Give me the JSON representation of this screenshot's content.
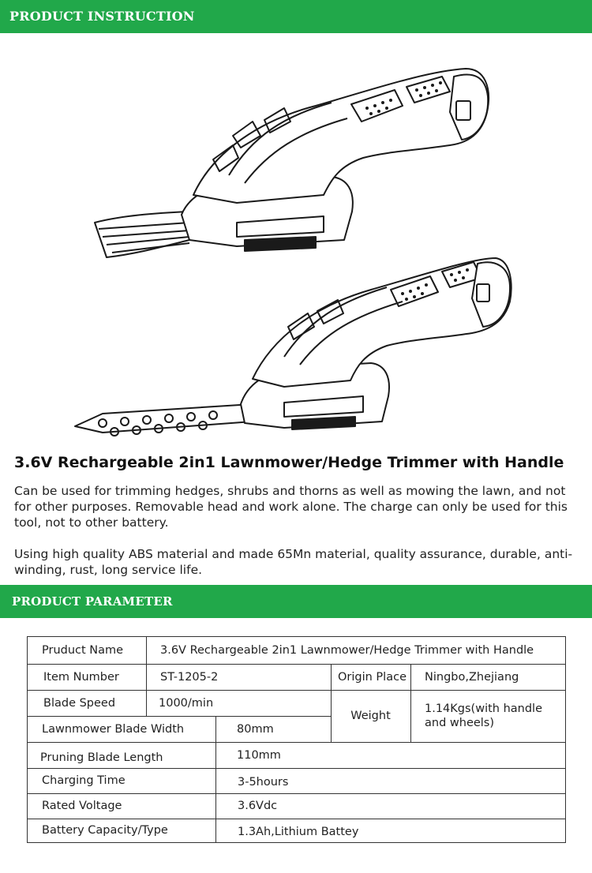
{
  "banners": {
    "instruction": "PRODUCT INSTRUCTION",
    "parameter": "PRODUCT PARAMETER"
  },
  "product": {
    "title": "3.6V Rechargeable 2in1 Lawnmower/Hedge Trimmer with Handle",
    "paragraph_1": "Can be used for trimming hedges, shrubs and thorns as well as mowing the lawn, and not for other purposes. Removable head and work alone. The charge can only be used for this tool, not to other battery.",
    "paragraph_2": "Using high quality ABS material and made 65Mn material, quality assurance, durable, anti-winding, rust, long service life."
  },
  "params": {
    "product_name_label": "Pruduct Name",
    "product_name_value": "3.6V Rechargeable 2in1 Lawnmower/Hedge Trimmer with Handle",
    "item_number_label": "Item Number",
    "item_number_value": "ST-1205-2",
    "origin_label": "Origin Place",
    "origin_value": "Ningbo,Zhejiang",
    "blade_speed_label": "Blade Speed",
    "blade_speed_value": "1000/min",
    "weight_label": "Weight",
    "weight_value": "1.14Kgs(with handle and wheels)",
    "lawn_width_label": "Lawnmower Blade Width",
    "lawn_width_value": "80mm",
    "pruning_length_label": "Pruning Blade Length",
    "pruning_length_value": "110mm",
    "charging_time_label": "Charging Time",
    "charging_time_value": "3-5hours",
    "voltage_label": "Rated Voltage",
    "voltage_value": "3.6Vdc",
    "battery_label": "Battery Capacity/Type",
    "battery_value": "1.3Ah,Lithium Battey"
  },
  "colors": {
    "banner_green": "#21a84a",
    "illustration_stroke": "#1a1a1a"
  }
}
